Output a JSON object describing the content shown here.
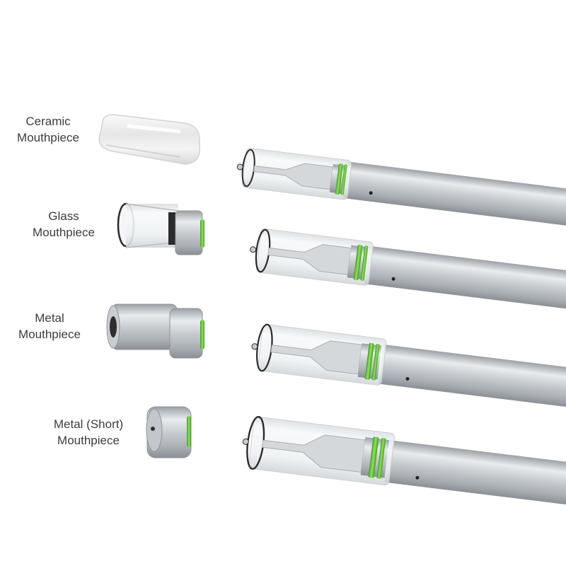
{
  "labels": [
    {
      "line1": "Ceramic",
      "line2": "Mouthpiece"
    },
    {
      "line1": "Glass",
      "line2": "Mouthpiece"
    },
    {
      "line1": "Metal",
      "line2": "Mouthpiece"
    },
    {
      "line1": "Metal (Short)",
      "line2": "Mouthpiece"
    }
  ],
  "colors": {
    "background": "#ffffff",
    "label_text": "#3c3c3c",
    "metal": "#c4c8cc",
    "metal_dark": "#8e9399",
    "glass": "#eef2f4",
    "gasket": "#6ed23c",
    "ceramic": "#f2f2f2"
  }
}
